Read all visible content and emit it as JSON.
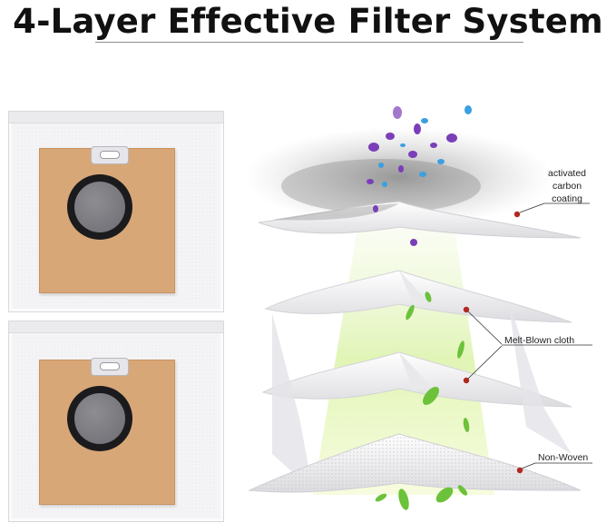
{
  "title": "4-Layer Effective Filter System",
  "labels": {
    "carbon_line1": "activated",
    "carbon_line2": "carbon",
    "carbon_line3": "coating",
    "melt_blown": "Melt-Blown cloth",
    "non_woven": "Non-Woven"
  },
  "colors": {
    "board": "#d8a778",
    "gasket": "#1b1b1d",
    "marker": "#b0281f",
    "leaf": "#6cc23a",
    "particle_purple": "#7a3fb8",
    "particle_blue": "#3aa0e0"
  },
  "products": [
    {
      "name": "dust-bag-1"
    },
    {
      "name": "dust-bag-2"
    }
  ]
}
